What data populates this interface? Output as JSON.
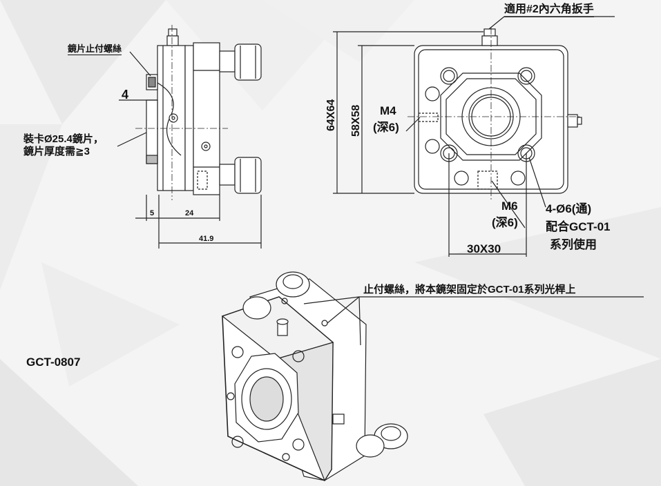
{
  "model": "GCT-0807",
  "side_view": {
    "mirror_stop_screw": "鏡片止付螺絲",
    "offset": "4",
    "mount_note_line1": "裝卡Ø25.4鏡片，",
    "mount_note_line2": "鏡片厚度需≧3",
    "dim_5": "5",
    "dim_24": "24",
    "dim_41_9": "41.9"
  },
  "front_view": {
    "wrench_note": "適用#2內六角扳手",
    "outer_size": "64X64",
    "inner_size": "58X58",
    "m4_label": "M4",
    "m4_depth": "(深6)",
    "m6_label": "M6",
    "m6_depth": "(深6)",
    "hole_spacing": "30X30",
    "holes_label": "4-Ø6(通)",
    "holes_note1": "配合GCT-01",
    "holes_note2": "系列使用"
  },
  "iso_view": {
    "set_screw_note": "止付螺絲，將本鏡架固定於GCT-01系列光桿上"
  }
}
